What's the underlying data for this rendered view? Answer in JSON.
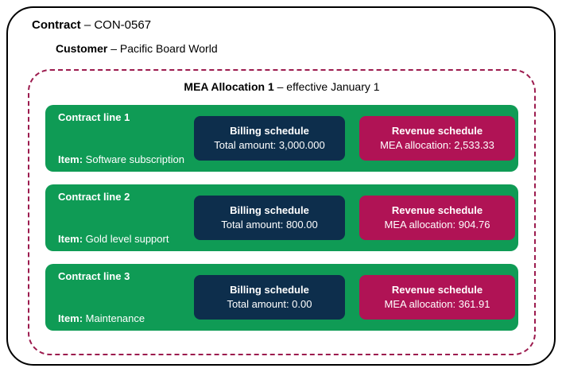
{
  "header": {
    "contract_label": "Contract",
    "contract_rest": " – CON-0567",
    "customer_label": "Customer",
    "customer_rest": " – Pacific Board World"
  },
  "mea": {
    "title_label": "MEA Allocation 1",
    "title_rest": " – effective January 1",
    "lines": [
      {
        "title": "Contract line 1",
        "item_label": "Item:",
        "item_value": " Software subscription",
        "billing_title": "Billing schedule",
        "billing_value": "Total amount: 3,000.000",
        "revenue_title": "Revenue schedule",
        "revenue_value": "MEA allocation: 2,533.33"
      },
      {
        "title": "Contract line 2",
        "item_label": "Item:",
        "item_value": " Gold level support",
        "billing_title": "Billing schedule",
        "billing_value": "Total amount: 800.00",
        "revenue_title": "Revenue schedule",
        "revenue_value": "MEA allocation: 904.76"
      },
      {
        "title": "Contract line 3",
        "item_label": "Item:",
        "item_value": " Maintenance",
        "billing_title": "Billing schedule",
        "billing_value": "Total amount: 0.00",
        "revenue_title": "Revenue schedule",
        "revenue_value": "MEA allocation: 361.91"
      }
    ]
  },
  "colors": {
    "outer_border": "#000000",
    "dashed_border": "#9c1b4e",
    "line_green": "#0f9b55",
    "billing_navy": "#0d2e4c",
    "revenue_magenta": "#b01355",
    "text_on_color": "#ffffff"
  }
}
